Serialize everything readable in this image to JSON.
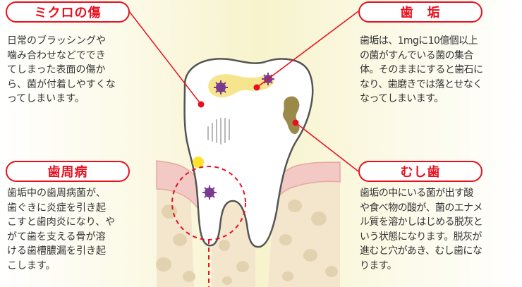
{
  "colors": {
    "accent": "#e8101e",
    "text": "#333333",
    "gum": "#f2c9c4",
    "bone": "#f3e6cc",
    "plaque": "#f6e58c",
    "bacteria": "#7a3a8f",
    "decay": "#9a8a4a"
  },
  "labels": {
    "micro_scratch": {
      "title": "ミクロの傷",
      "lines": [
        "日常のブラッシングや",
        "噛み合わせなどででき",
        "てしまった表面の傷か",
        "ら、菌が付着しやすくな",
        "ってしまいます。"
      ]
    },
    "periodontal": {
      "title": "歯周病",
      "lines": [
        "歯垢中の歯周病菌が、",
        "歯ぐきに炎症を引き起",
        "こすと歯肉炎になり、や",
        "がて歯を支える骨が溶",
        "ける歯槽膿漏を引き起",
        "こします。"
      ]
    },
    "plaque": {
      "title": "歯　垢",
      "lines": [
        "歯垢は、1mgに10億個以上",
        "の菌がすんでいる菌の集合",
        "体。そのままにすると歯石に",
        "なり、歯磨きでは落とせなく",
        "なってしまいます。"
      ]
    },
    "cavity": {
      "title": "むし歯",
      "lines": [
        "歯垢の中にいる菌が出す酸",
        "や食べ物の酸が、菌のエナメ",
        "ル質を溶かしはじめる脱灰と",
        "いう状態になります。脱灰が",
        "進むと穴があき、むし歯にな",
        "ります。"
      ]
    }
  }
}
